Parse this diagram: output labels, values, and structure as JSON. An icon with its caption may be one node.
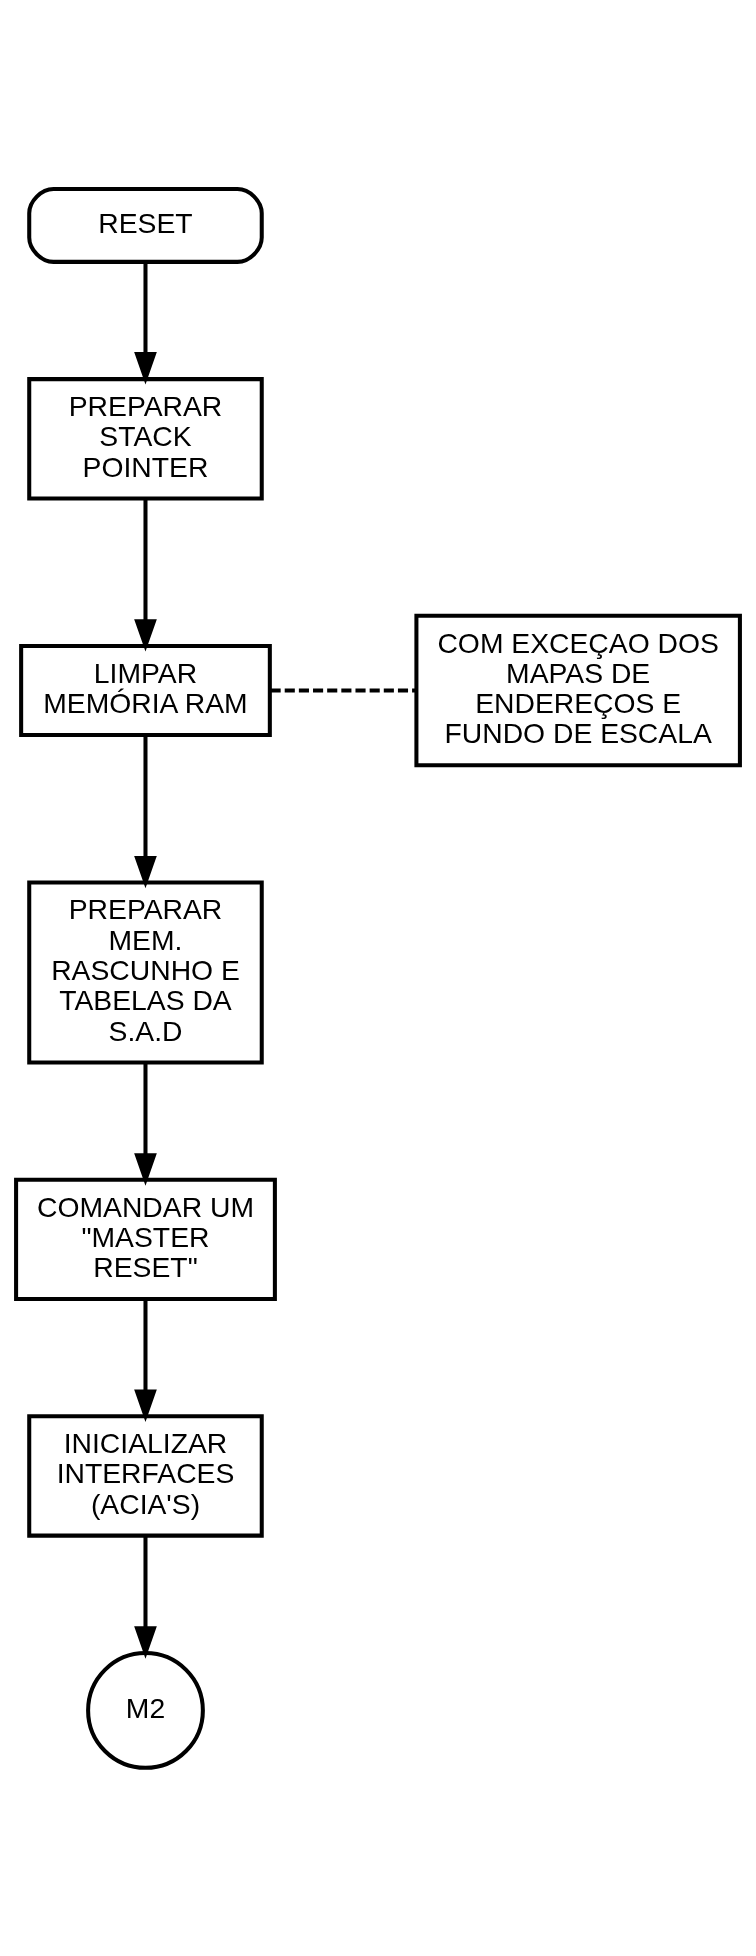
{
  "diagram": {
    "nodes": [
      {
        "text": [
          "RESET"
        ]
      },
      {
        "text": [
          "PREPARAR STACK POINTER"
        ]
      },
      {
        "text": [
          "LIMPAR MEMÓRIA RAM"
        ]
      },
      {
        "text": [
          "COM EXCEÇAO DOS MAPAS DE ENDEREÇOS E FUNDO DE ESCALA"
        ]
      },
      {
        "text": [
          "PREPARAR MEM. RASCUNHO E TABELAS DA S.A.D"
        ]
      },
      {
        "text": [
          "COMANDAR UM \"MASTER RESET\""
        ]
      },
      {
        "text": [
          "INICIALIZAR INTERFACES (ACIA'S)"
        ]
      },
      {
        "text": [
          "M2"
        ]
      }
    ],
    "edges": [
      {
        "from": 0,
        "to": 1,
        "arrow": "to"
      },
      {
        "from": 1,
        "to": 2,
        "arrow": "to"
      },
      {
        "from": 2,
        "to": 3,
        "arrow": "none",
        "style": "dashed"
      },
      {
        "from": 2,
        "to": 4,
        "arrow": "to"
      },
      {
        "from": 4,
        "to": 5,
        "arrow": "to"
      },
      {
        "from": 5,
        "to": 6,
        "arrow": "to"
      },
      {
        "from": 6,
        "to": 7,
        "arrow": "to"
      }
    ]
  }
}
